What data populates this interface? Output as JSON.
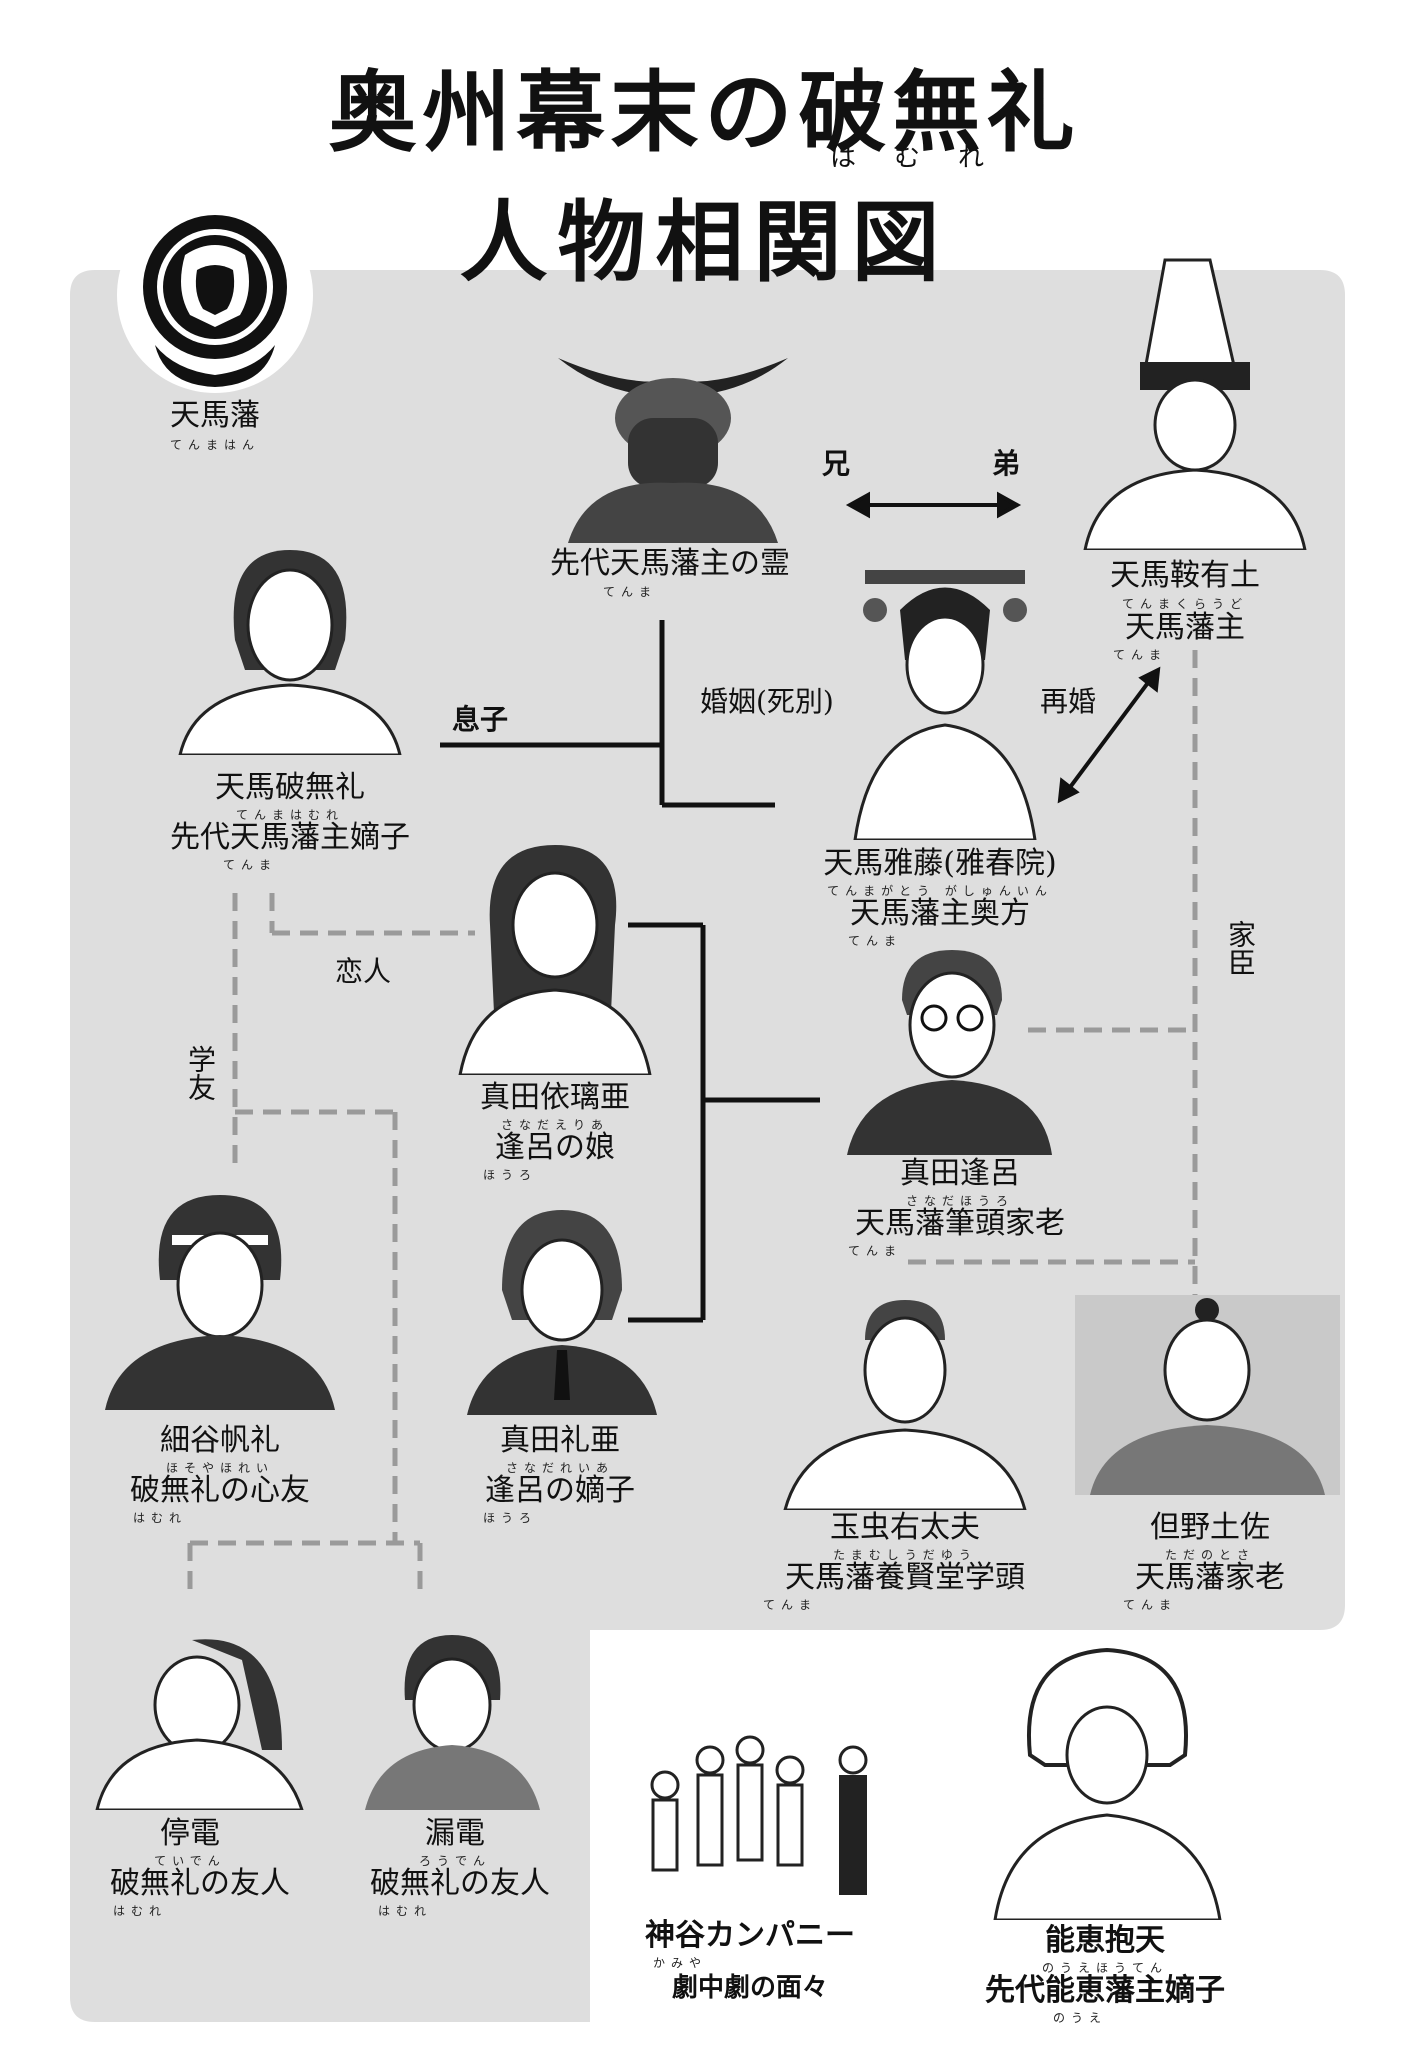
{
  "title": {
    "line1": "奥州幕末の破無礼",
    "line1_ruby": "はむれ",
    "line2": "人物相関図"
  },
  "clan": {
    "name": "天馬藩",
    "ruby": "てんまはん",
    "crest_icon": "horse-crest-icon"
  },
  "characters": [
    {
      "id": "senndai",
      "name": "先代天馬藩主の霊",
      "name_ruby": "てんま",
      "role": "",
      "role_ruby": ""
    },
    {
      "id": "kurado",
      "name": "天馬鞍有土",
      "name_ruby": "てんまくらうど",
      "role": "天馬藩主",
      "role_ruby": "てんま"
    },
    {
      "id": "hamlet",
      "name": "天馬破無礼",
      "name_ruby": "てんまはむれ",
      "role": "先代天馬藩主嫡子",
      "role_ruby": "てんま"
    },
    {
      "id": "gertrude",
      "name": "天馬雅藤(雅春院)",
      "name_ruby": "てんまがとう  がしゅんいん",
      "role": "天馬藩主奥方",
      "role_ruby": "てんま"
    },
    {
      "id": "ophelia",
      "name": "真田依璃亜",
      "name_ruby": "さなだえりあ",
      "role": "逢呂の娘",
      "role_ruby": "ほうろ"
    },
    {
      "id": "polonius",
      "name": "真田逢呂",
      "name_ruby": "さなだほうろ",
      "role": "天馬藩筆頭家老",
      "role_ruby": "てんま"
    },
    {
      "id": "horatio",
      "name": "細谷帆礼",
      "name_ruby": "ほそやほれい",
      "role": "破無礼の心友",
      "role_ruby": "はむれ"
    },
    {
      "id": "laertes",
      "name": "真田礼亜",
      "name_ruby": "さなだれいあ",
      "role": "逢呂の嫡子",
      "role_ruby": "ほうろ"
    },
    {
      "id": "tamamushi",
      "name": "玉虫右太夫",
      "name_ruby": "たまむしうだゆう",
      "role": "天馬藩養賢堂学頭",
      "role_ruby": "てんま"
    },
    {
      "id": "tadano",
      "name": "但野土佐",
      "name_ruby": "ただのとさ",
      "role": "天馬藩家老",
      "role_ruby": "てんま"
    },
    {
      "id": "teiden",
      "name": "停電",
      "name_ruby": "ていでん",
      "role": "破無礼の友人",
      "role_ruby": "はむれ"
    },
    {
      "id": "roden",
      "name": "漏電",
      "name_ruby": "ろうでん",
      "role": "破無礼の友人",
      "role_ruby": "はむれ"
    },
    {
      "id": "company",
      "name": "神谷カンパニー",
      "name_ruby": "かみや",
      "role": "劇中劇の面々",
      "role_ruby": ""
    },
    {
      "id": "fortinbras",
      "name": "能恵抱天",
      "name_ruby": "のうえほうてん",
      "role": "先代能恵藩主嫡子",
      "role_ruby": "のうえ"
    }
  ],
  "relations": {
    "brothers_left": "兄",
    "brothers_right": "弟",
    "son": "息子",
    "marriage": "婚姻(死別)",
    "remarriage": "再婚",
    "lover": "恋人",
    "classmate": "学友",
    "retainer": "家臣"
  },
  "colors": {
    "panel": "#dedede",
    "line": "#111111",
    "dashed": "#9a9a9a",
    "text": "#111111"
  }
}
